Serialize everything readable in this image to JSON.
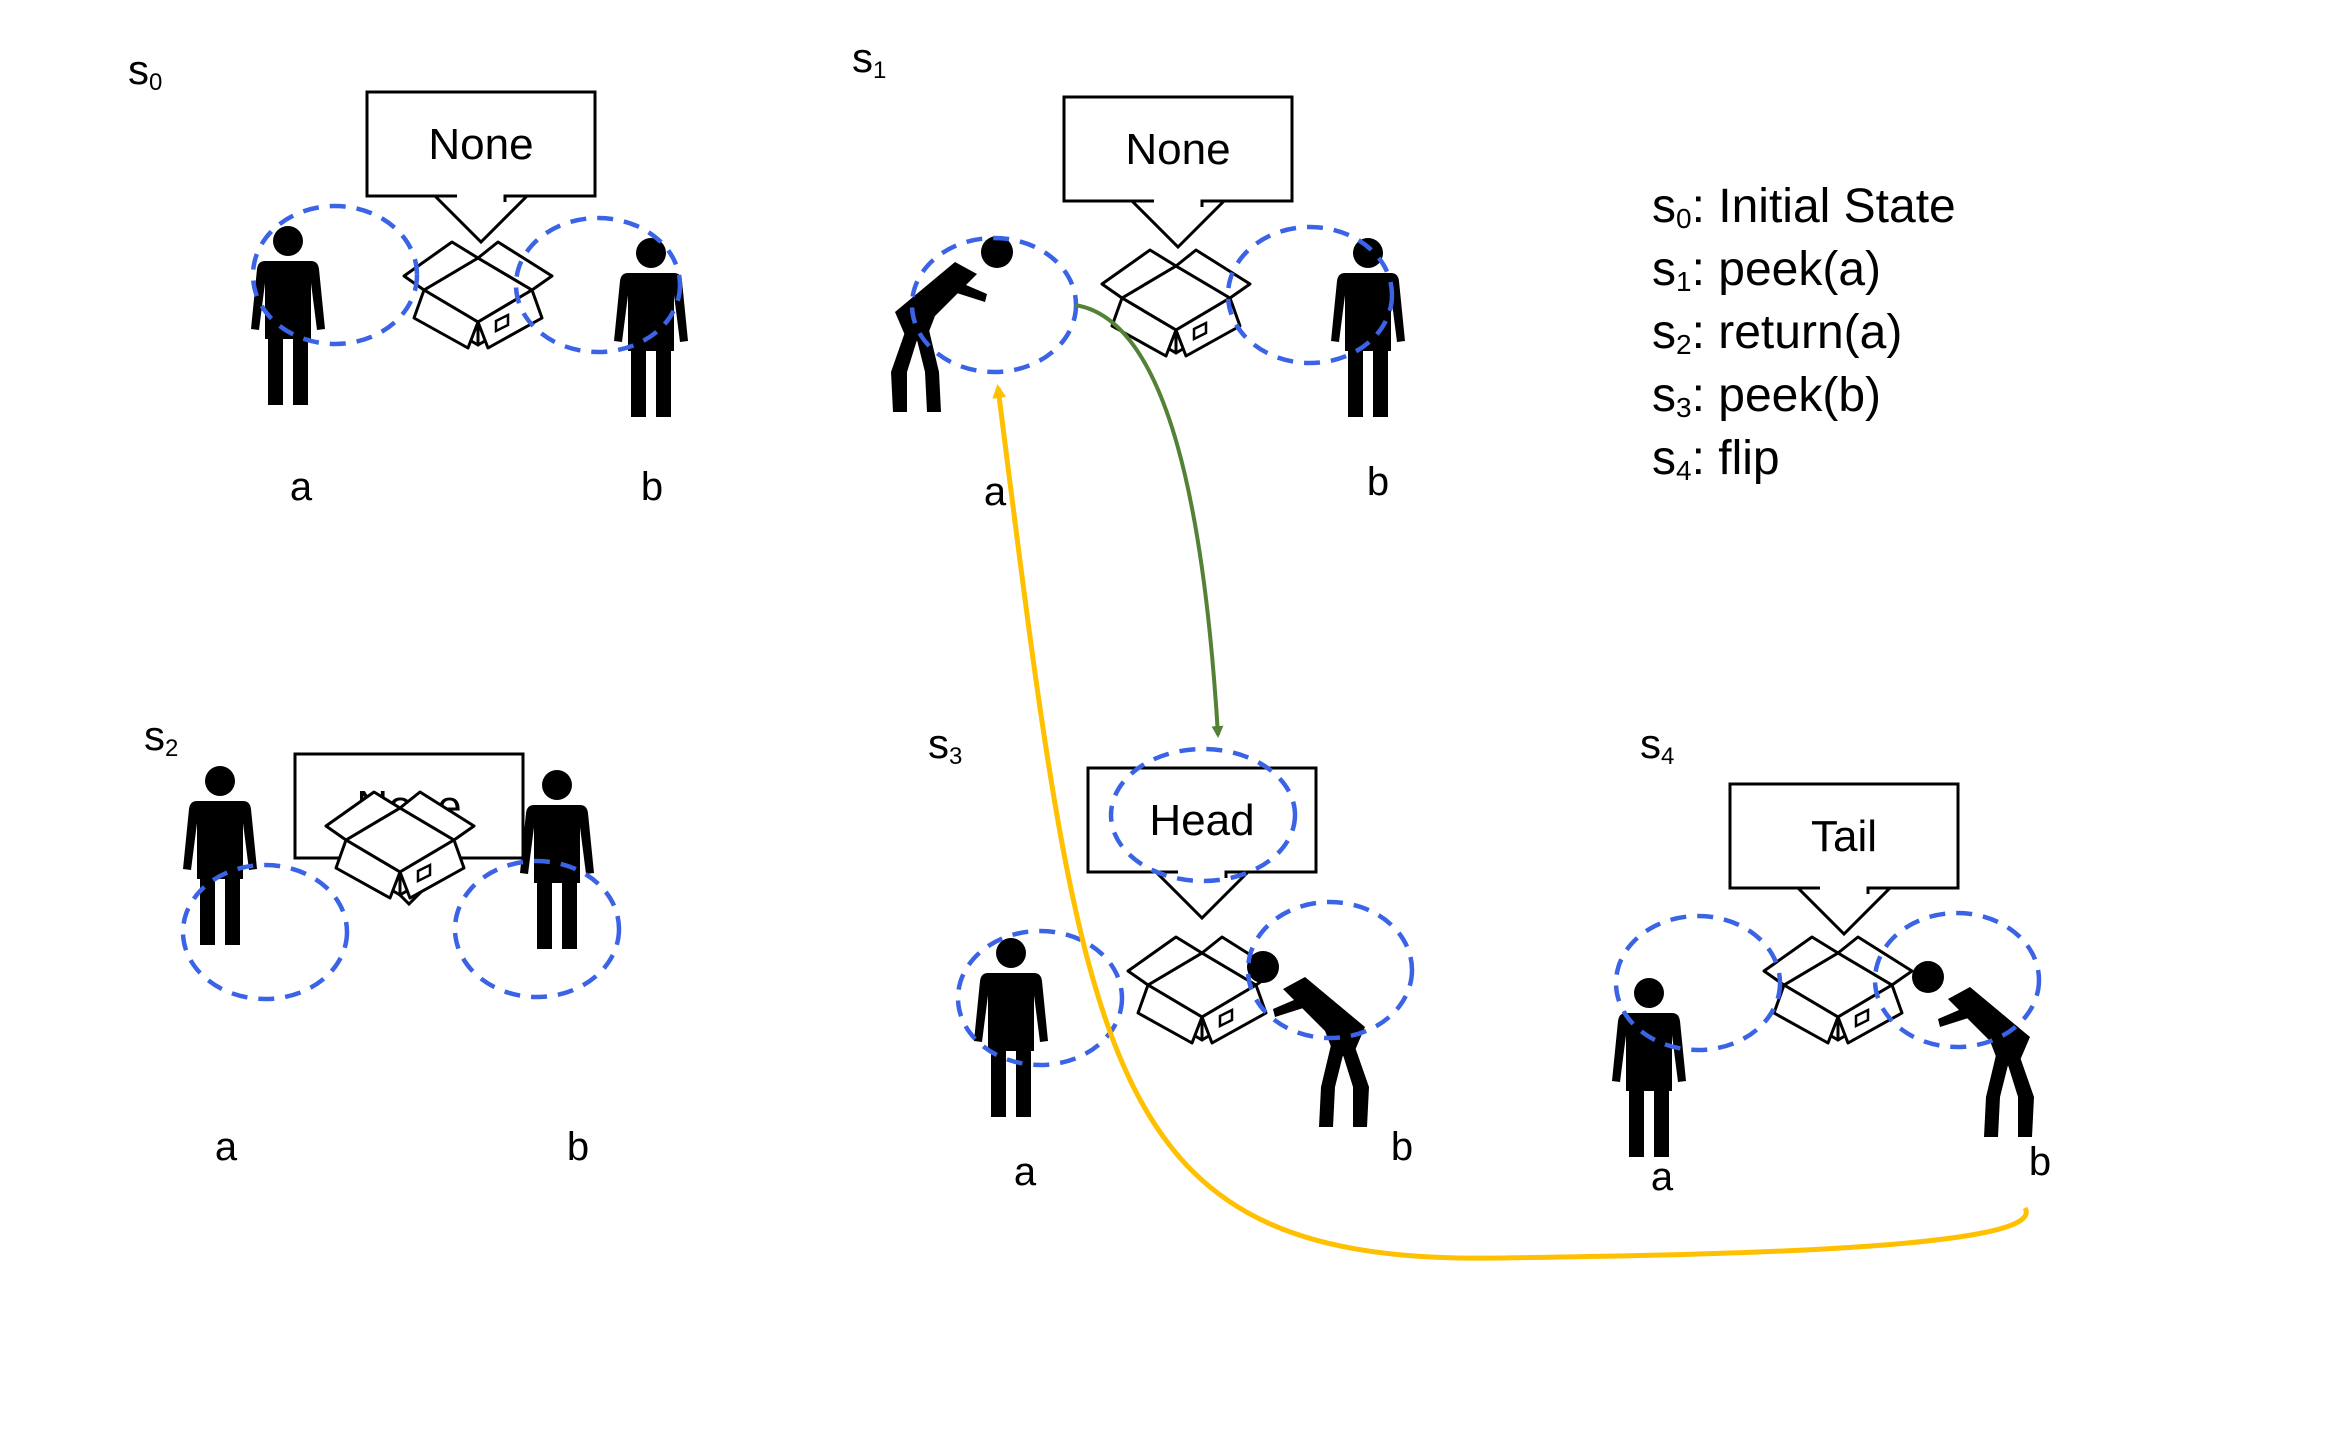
{
  "states": [
    {
      "id": "s0",
      "letter": "s",
      "index": "0",
      "bubble": "None",
      "left_person": "a",
      "right_person": "b",
      "left_pose": "stand",
      "right_pose": "stand"
    },
    {
      "id": "s1",
      "letter": "s",
      "index": "1",
      "bubble": "None",
      "left_person": "a",
      "right_person": "b",
      "left_pose": "bend",
      "right_pose": "stand"
    },
    {
      "id": "s2",
      "letter": "s",
      "index": "2",
      "bubble": "None",
      "left_person": "a",
      "right_person": "b",
      "left_pose": "stand",
      "right_pose": "stand"
    },
    {
      "id": "s3",
      "letter": "s",
      "index": "3",
      "bubble": "Head",
      "left_person": "a",
      "right_person": "b",
      "left_pose": "stand",
      "right_pose": "bend"
    },
    {
      "id": "s4",
      "letter": "s",
      "index": "4",
      "bubble": "Tail",
      "left_person": "a",
      "right_person": "b",
      "left_pose": "stand",
      "right_pose": "bend"
    }
  ],
  "legend": [
    {
      "letter": "s",
      "index": "0",
      "text": ": Initial State"
    },
    {
      "letter": "s",
      "index": "1",
      "text": ": peek(a)"
    },
    {
      "letter": "s",
      "index": "2",
      "text": ": return(a)"
    },
    {
      "letter": "s",
      "index": "3",
      "text": ": peek(b)"
    },
    {
      "letter": "s",
      "index": "4",
      "text": ": flip"
    }
  ],
  "arrows": [
    {
      "id": "s1-a-to-s3-head",
      "color": "#548235"
    },
    {
      "id": "s4-b-to-s1-a",
      "color": "#FFC000"
    }
  ],
  "colors": {
    "ring": "#3b63e6",
    "ink": "#000000",
    "background": "#ffffff"
  }
}
